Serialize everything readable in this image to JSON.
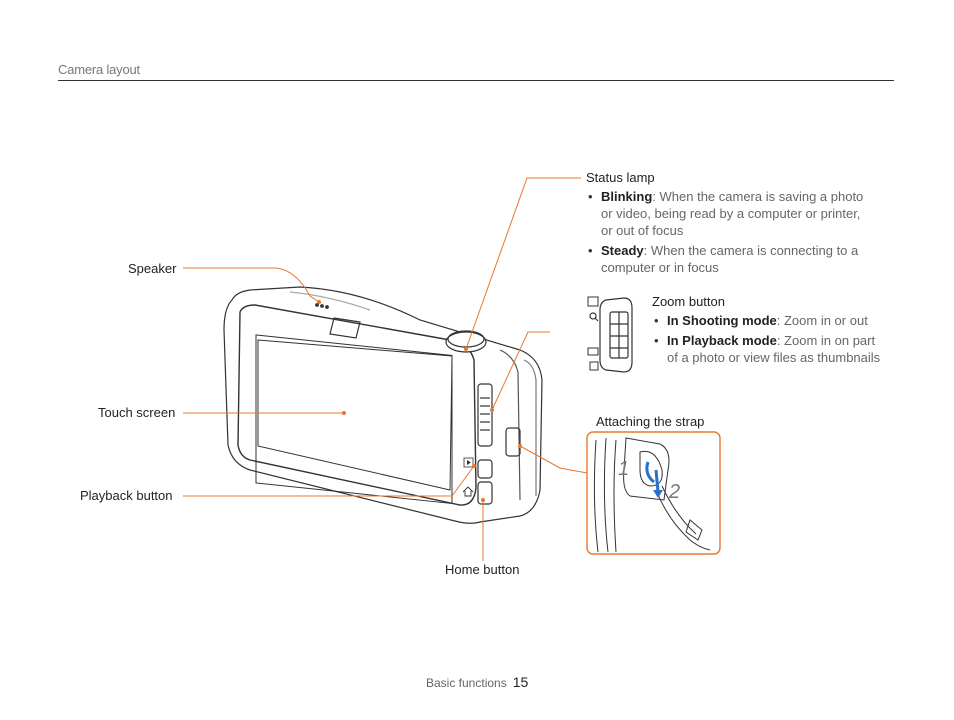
{
  "header": {
    "section_title": "Camera layout"
  },
  "labels": {
    "speaker": "Speaker",
    "touch_screen": "Touch screen",
    "playback_button": "Playback button",
    "home_button": "Home button",
    "attaching_strap": "Attaching the strap"
  },
  "status_lamp": {
    "title": "Status lamp",
    "items": [
      {
        "term": "Blinking",
        "desc": ": When the camera is saving a photo or video, being read by a computer or printer, or out of focus"
      },
      {
        "term": "Steady",
        "desc": ": When the camera is connecting to a computer or in focus"
      }
    ]
  },
  "zoom_button": {
    "title": "Zoom button",
    "items": [
      {
        "term": "In Shooting mode",
        "desc": ": Zoom in or out"
      },
      {
        "term": "In Playback mode",
        "desc": ": Zoom in on part of a photo or view files as thumbnails"
      }
    ]
  },
  "strap_steps": {
    "step1": "1",
    "step2": "2"
  },
  "footer": {
    "section": "Basic functions",
    "page": "15"
  },
  "colors": {
    "callout": "#e8772e",
    "text": "#222222",
    "muted": "#666666",
    "arrow_blue": "#2a6fc9"
  },
  "icons": [
    "camera-body-illustration",
    "zoom-lever-icon",
    "strap-illustration",
    "playback-icon",
    "home-icon"
  ]
}
